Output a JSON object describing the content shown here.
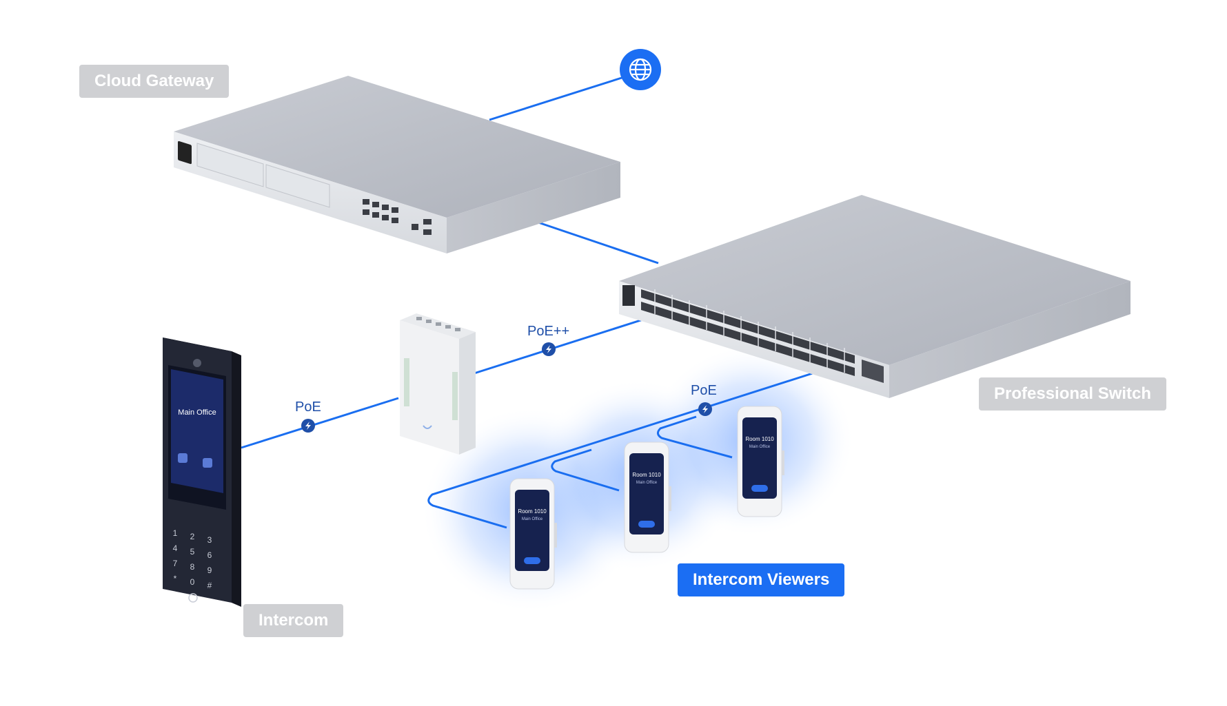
{
  "labels": {
    "cloud_gateway": "Cloud Gateway",
    "professional_switch": "Professional Switch",
    "intercom": "Intercom",
    "intercom_viewers": "Intercom Viewers"
  },
  "connections": {
    "poe_intercom": "PoE",
    "poe_plus_plus": "PoE++",
    "poe_viewers": "PoE"
  },
  "intercom_screen": {
    "title": "Main Office"
  },
  "viewer_screen": {
    "room": "Room 1010",
    "location": "Main Office"
  },
  "keypad": [
    "1",
    "2",
    "3",
    "4",
    "5",
    "6",
    "7",
    "8",
    "9",
    "*",
    "0",
    "#"
  ],
  "colors": {
    "accent": "#1b6ef3",
    "line": "#1a6ef0",
    "badge_icon": "#1f4fa8",
    "label_gray": "#cfd0d3",
    "device_gray": "#b9bcc4"
  },
  "icons": {
    "internet": "globe-icon",
    "poe_badge": "lightning-icon"
  }
}
